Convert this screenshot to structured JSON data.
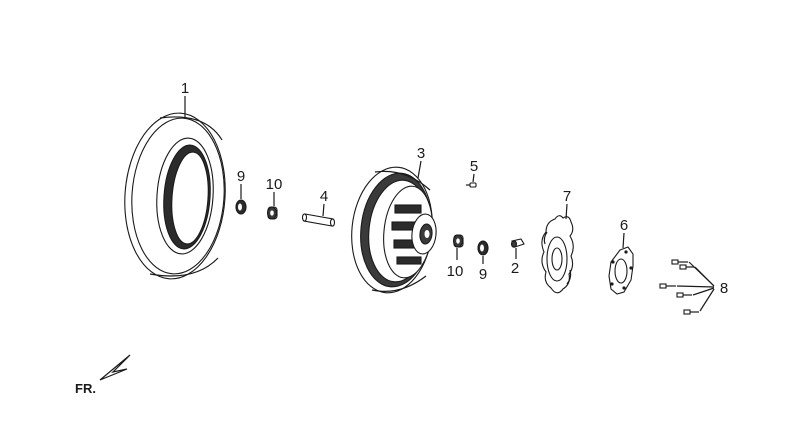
{
  "callouts": {
    "c1": "1",
    "c2": "2",
    "c3": "3",
    "c4": "4",
    "c5": "5",
    "c6": "6",
    "c7": "7",
    "c8": "8",
    "c9a": "9",
    "c9b": "9",
    "c10a": "10",
    "c10b": "10"
  },
  "direction_label": "FR."
}
